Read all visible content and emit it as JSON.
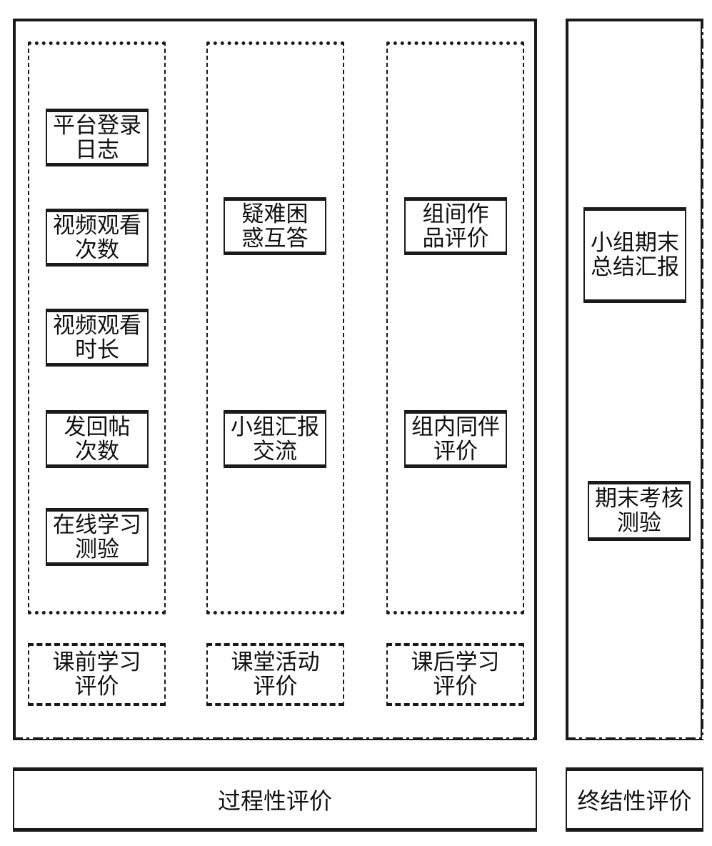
{
  "process": {
    "columns": [
      {
        "items": [
          [
            "平台登录",
            "日志"
          ],
          [
            "视频观看",
            "次数"
          ],
          [
            "视频观看",
            "时长"
          ],
          [
            "发回帖",
            "次数"
          ],
          [
            "在线学习",
            "测验"
          ]
        ],
        "label": [
          "课前学习",
          "评价"
        ]
      },
      {
        "items": [
          [
            "疑难困",
            "惑互答"
          ],
          [
            "小组汇报",
            "交流"
          ]
        ],
        "label": [
          "课堂活动",
          "评价"
        ]
      },
      {
        "items": [
          [
            "组间作",
            "品评价"
          ],
          [
            "组内同伴",
            "评价"
          ]
        ],
        "label": [
          "课后学习",
          "评价"
        ]
      }
    ],
    "title": "过程性评价"
  },
  "summative": {
    "items": [
      [
        "小组期末",
        "总结汇报"
      ],
      [
        "期末考核",
        "测验"
      ]
    ],
    "title": "终结性评价"
  }
}
